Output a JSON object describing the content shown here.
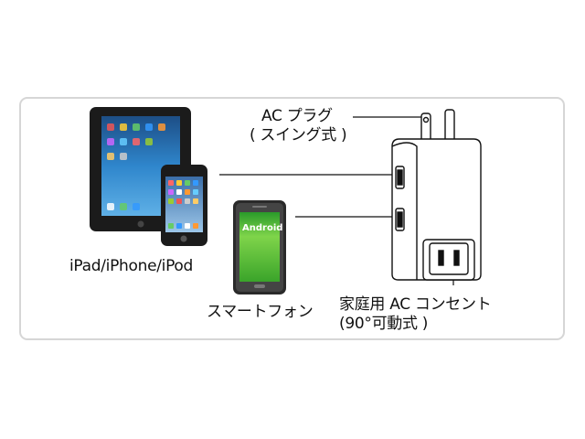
{
  "labels": {
    "ac_plug_line1": "AC プラグ",
    "ac_plug_line2": "( スイング式 )",
    "ipad_iphone_ipod": "iPad/iPhone/iPod",
    "smartphone": "スマートフォン",
    "ac_outlet_line1": "家庭用 AC コンセント",
    "ac_outlet_line2": "(90°可動式 )"
  },
  "screen": {
    "android_text": "Android"
  },
  "colors": {
    "frame_border": "#d6d6d6",
    "tablet_screen": "#2f7fc4",
    "android_green": "#4fbf2a",
    "device_black": "#1b1b1b"
  }
}
